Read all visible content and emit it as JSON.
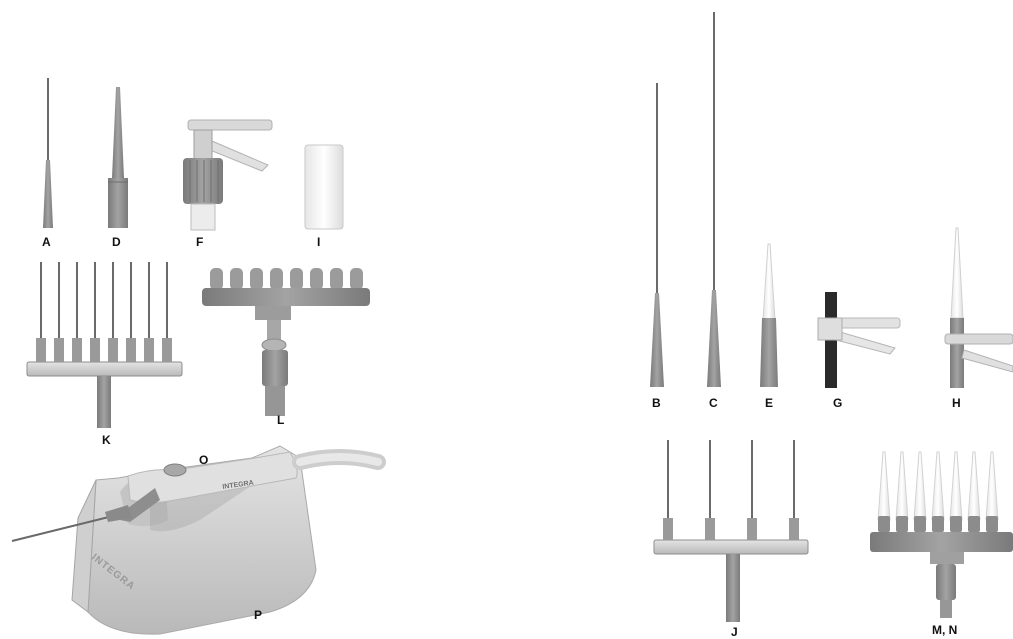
{
  "labels": {
    "a": "A",
    "d": "D",
    "f": "F",
    "i": "I",
    "k": "K",
    "l": "L",
    "o": "O",
    "p": "P",
    "b": "B",
    "c": "C",
    "e": "E",
    "g": "G",
    "h": "H",
    "j": "J",
    "mn": "M, N"
  },
  "device": {
    "brand": "INTEGRA",
    "handle_text": "INTEGRA"
  },
  "colors": {
    "background": "#ffffff",
    "tool_gray": "#8f8f8f",
    "tool_light": "#bdbdbd",
    "tip_white": "#f2f2f2",
    "device_body": "#d6d6d6",
    "needle": "#6a6a6a"
  }
}
